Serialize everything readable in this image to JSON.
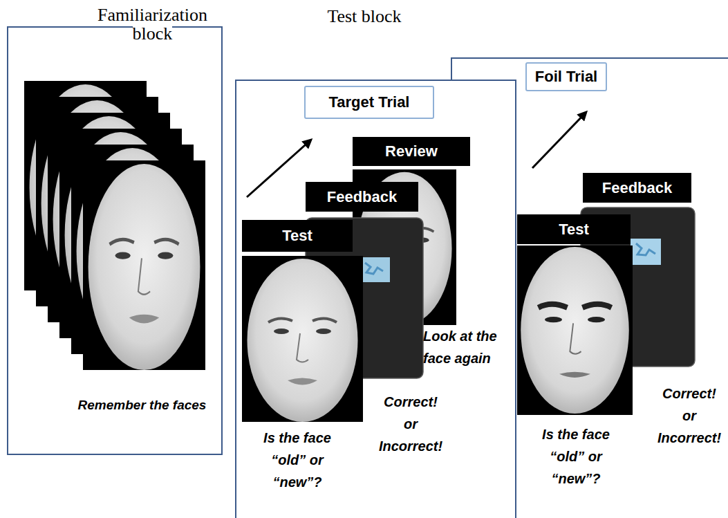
{
  "diagram": {
    "nodes": [
      {
        "text": [
          "Remember the faces"
        ]
      },
      {
        "text": [
          "Is the face “old” or “new”?",
          "Correct! or Incorrect!",
          "Look at the face again"
        ]
      },
      {
        "text": [
          "Target Trial"
        ],
        "in": 1
      },
      {
        "text": [
          "Test"
        ],
        "in": 1
      },
      {
        "text": [
          "Feedback"
        ],
        "in": 1
      },
      {
        "text": [
          "Review"
        ],
        "in": 1
      },
      {
        "text": [
          "Is the face “old” or “new”?",
          "Correct! or Incorrect!"
        ]
      },
      {
        "text": [
          "Foil Trial"
        ],
        "in": 6
      },
      {
        "text": [
          "Feedback"
        ],
        "in": 6
      },
      {
        "text": [
          "Test"
        ],
        "in": 6
      }
    ],
    "labels": [
      "Familiarization block",
      "Test block"
    ]
  }
}
